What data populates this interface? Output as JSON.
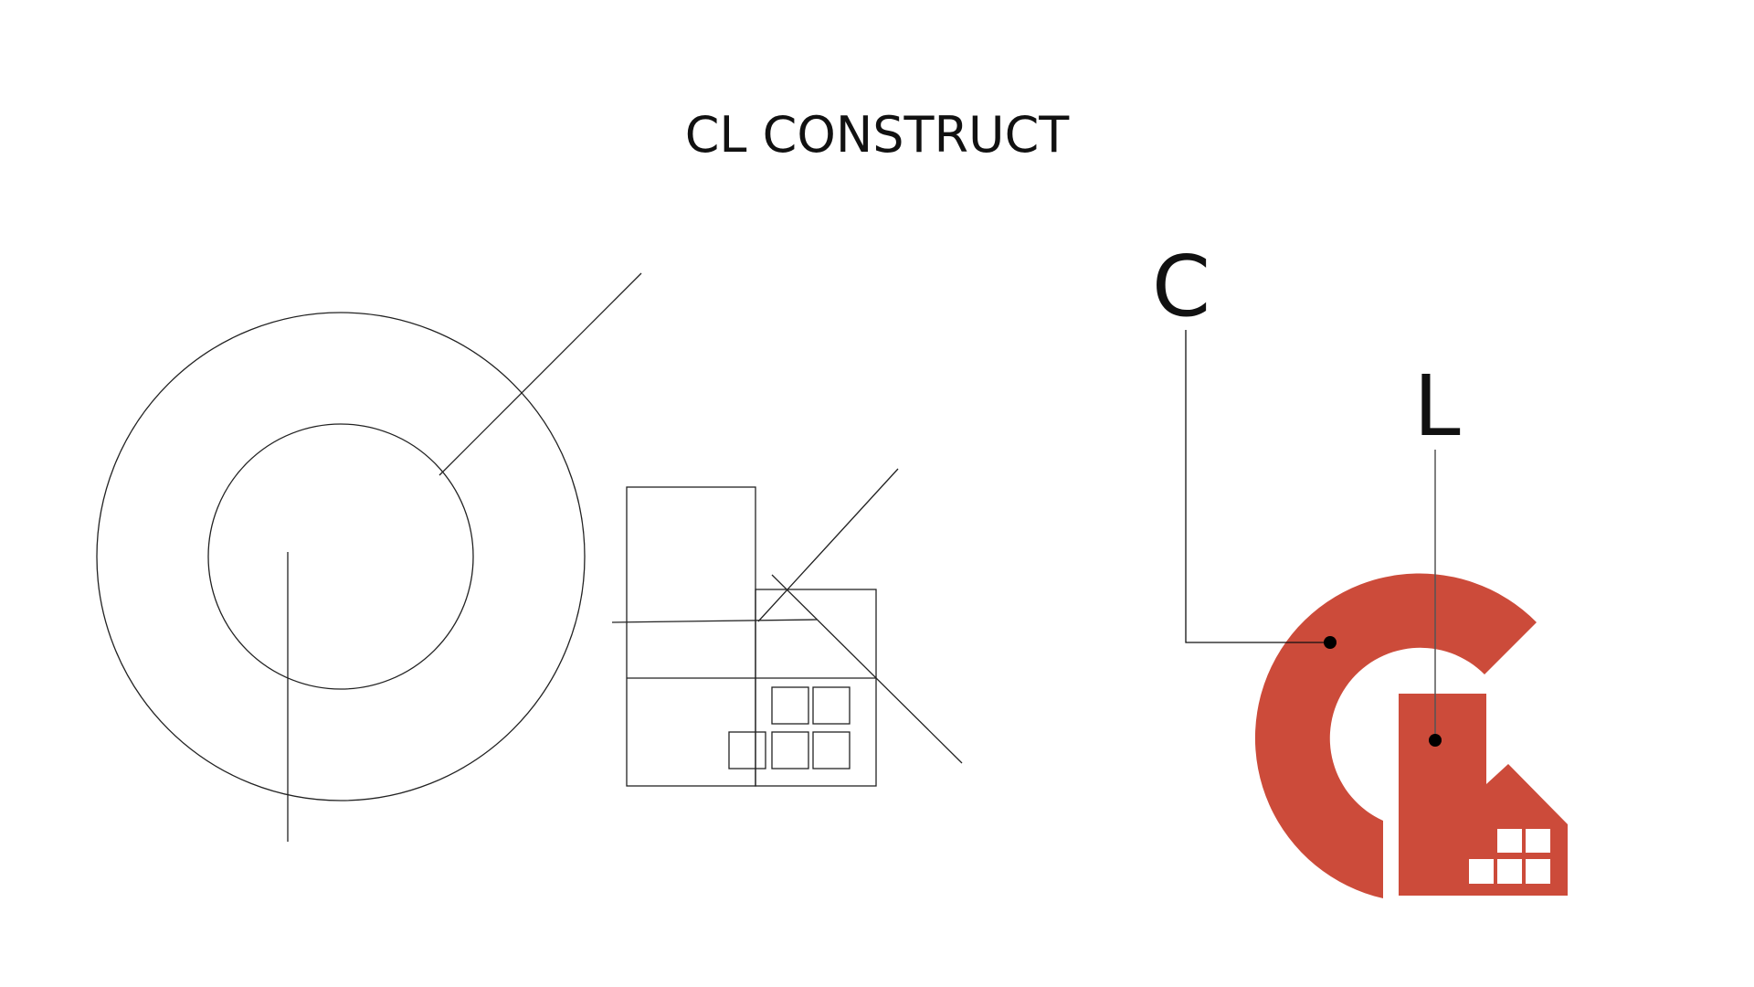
{
  "title": "CL CONSTRUCT",
  "labels": {
    "c": "C",
    "l": "L"
  },
  "colors": {
    "brand": "#CC4B3A",
    "line": "#111111"
  }
}
